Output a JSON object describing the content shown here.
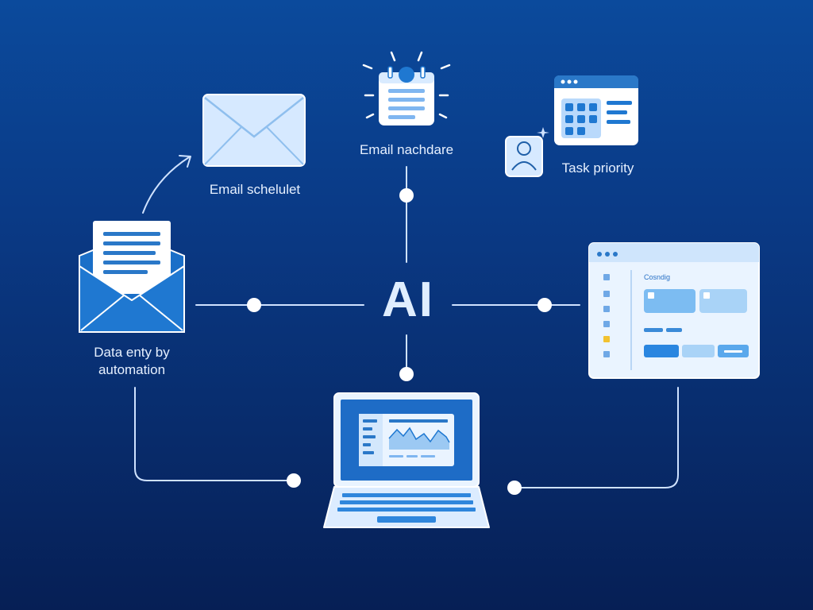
{
  "center": {
    "title": "AI"
  },
  "nodes": {
    "email_schedule": {
      "label": "Email schelulet",
      "icon": "envelope-icon"
    },
    "email_calendar": {
      "label": "Email nachdare",
      "icon": "calendar-icon"
    },
    "task_priority": {
      "label": "Task priority",
      "icon": "calendar-grid-icon",
      "avatar_icon": "user-icon"
    },
    "data_entry": {
      "label_line1": "Data enty by",
      "label_line2": "automation",
      "icon": "open-envelope-icon"
    },
    "dashboard": {
      "caption": "Cosndig",
      "icon": "browser-window-icon"
    },
    "laptop": {
      "icon": "laptop-icon"
    }
  },
  "colors": {
    "background_top": "#0b4a9c",
    "background_bottom": "#061f55",
    "line": "#cfe2ff",
    "icon_light": "#dcecff",
    "icon_mid": "#7fb6f0",
    "icon_accent": "#1f78d1"
  }
}
